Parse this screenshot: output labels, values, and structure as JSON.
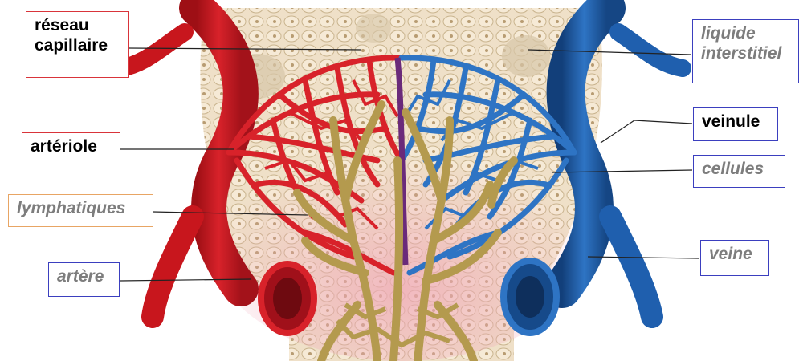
{
  "labels": {
    "reseau_capillaire": "réseau\ncapillaire",
    "arteriole": "artériole",
    "lymphatiques": "lymphatiques",
    "artere": "artère",
    "liquide_interstitiel": "liquide\ninterstitiel",
    "veinule": "veinule",
    "cellules": "cellules",
    "veine": "veine"
  },
  "colors": {
    "artery_red": "#c8161d",
    "vein_blue": "#1f5fae",
    "lymph_tan": "#b49a4e",
    "tissue": "#efe0c8",
    "border_red": "#d9343a",
    "border_blue": "#3b3fbf",
    "border_orange": "#e8a564"
  }
}
